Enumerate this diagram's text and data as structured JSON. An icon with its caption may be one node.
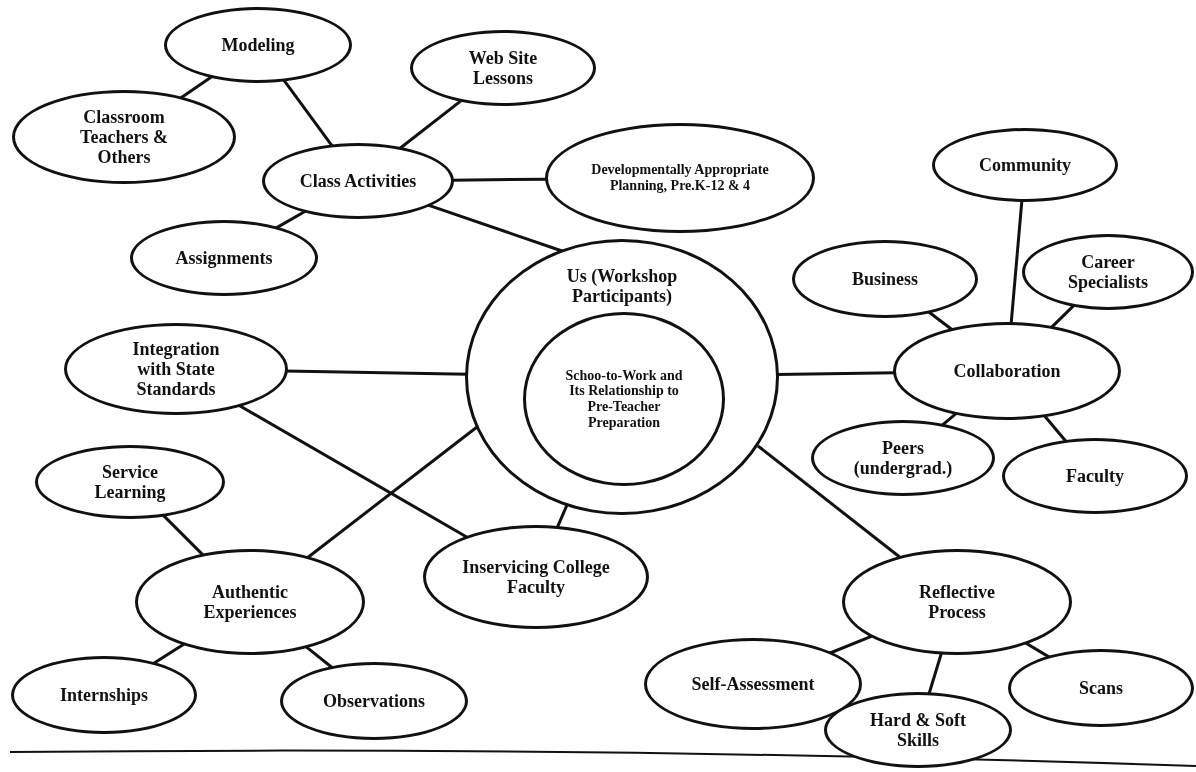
{
  "diagram": {
    "nodes": [
      {
        "text": [
          "Us (Workshop Participants)"
        ]
      },
      {
        "text": [
          "Schoo-to-Work and Its Relationship to Pre-Teacher Preparation"
        ],
        "in": 0
      },
      {
        "text": [
          "Class Activities"
        ]
      },
      {
        "text": [
          "Modeling"
        ]
      },
      {
        "text": [
          "Classroom Teachers & Others"
        ]
      },
      {
        "text": [
          "Web Site Lessons"
        ]
      },
      {
        "text": [
          "Developmentally Appropriate Planning, Pre.K-12 & 4"
        ]
      },
      {
        "text": [
          "Assignments"
        ]
      },
      {
        "text": [
          "Integration with State Standards"
        ]
      },
      {
        "text": [
          "Service Learning"
        ]
      },
      {
        "text": [
          "Authentic Experiences"
        ]
      },
      {
        "text": [
          "Internships"
        ]
      },
      {
        "text": [
          "Observations"
        ]
      },
      {
        "text": [
          "Inservicing College Faculty"
        ]
      },
      {
        "text": [
          "Community"
        ]
      },
      {
        "text": [
          "Business"
        ]
      },
      {
        "text": [
          "Career Specialists"
        ]
      },
      {
        "text": [
          "Collaboration"
        ]
      },
      {
        "text": [
          "Peers (undergrad.)"
        ]
      },
      {
        "text": [
          "Faculty"
        ]
      },
      {
        "text": [
          "Reflective Process"
        ]
      },
      {
        "text": [
          "Self-Assessment"
        ]
      },
      {
        "text": [
          "Hard & Soft Skills"
        ]
      },
      {
        "text": [
          "Scans"
        ]
      }
    ],
    "edges": [
      {
        "from": 3,
        "to": 4,
        "arrow": "none"
      },
      {
        "from": 3,
        "to": 2,
        "arrow": "none"
      },
      {
        "from": 5,
        "to": 2,
        "arrow": "none"
      },
      {
        "from": 2,
        "to": 6,
        "arrow": "none"
      },
      {
        "from": 7,
        "to": 2,
        "arrow": "none"
      },
      {
        "from": 2,
        "to": 0,
        "arrow": "none"
      },
      {
        "from": 8,
        "to": 0,
        "arrow": "none"
      },
      {
        "from": 8,
        "to": 13,
        "arrow": "none"
      },
      {
        "from": 0,
        "to": 13,
        "arrow": "none"
      },
      {
        "from": 0,
        "to": 10,
        "arrow": "none"
      },
      {
        "from": 9,
        "to": 10,
        "arrow": "none"
      },
      {
        "from": 10,
        "to": 11,
        "arrow": "none"
      },
      {
        "from": 10,
        "to": 12,
        "arrow": "none"
      },
      {
        "from": 0,
        "to": 17,
        "arrow": "none"
      },
      {
        "from": 15,
        "to": 17,
        "arrow": "none"
      },
      {
        "from": 14,
        "to": 17,
        "arrow": "none"
      },
      {
        "from": 16,
        "to": 17,
        "arrow": "none"
      },
      {
        "from": 18,
        "to": 17,
        "arrow": "none"
      },
      {
        "from": 19,
        "to": 17,
        "arrow": "none"
      },
      {
        "from": 0,
        "to": 20,
        "arrow": "none"
      },
      {
        "from": 20,
        "to": 21,
        "arrow": "none"
      },
      {
        "from": 20,
        "to": 22,
        "arrow": "none"
      },
      {
        "from": 20,
        "to": 23,
        "arrow": "none"
      }
    ]
  }
}
